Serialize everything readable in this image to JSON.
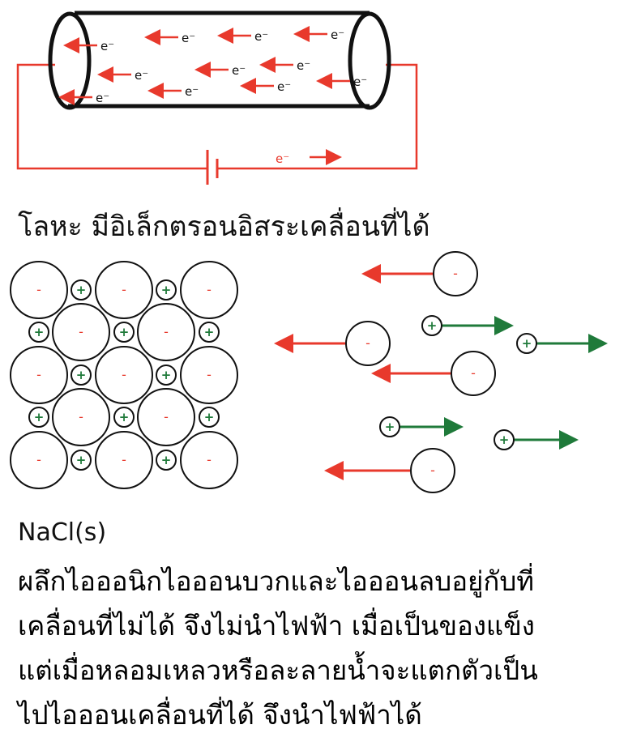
{
  "metal": {
    "electron_label": "e⁻",
    "circuit_label": "e⁻",
    "caption": "โลหะ มีอิเล็กตรอนอิสระเคลื่อนที่ได้"
  },
  "nacl": {
    "label": "NaCl(s)",
    "anion_sign": "-",
    "cation_sign": "+",
    "description_lines": [
      "ผลึกไอออนิกไอออนบวกและไอออนลบอยู่กับที่",
      "เคลื่อนที่ไม่ได้ จึงไม่นำไฟฟ้า เมื่อเป็นของแข็ง",
      "แต่เมื่อหลอมเหลวหรือละลายน้ำจะแตกตัวเป็น",
      "ไปไอออนเคลื่อนที่ได้ จึงนำไฟฟ้าได้"
    ]
  },
  "colors": {
    "electron_arrow": "#e8392c",
    "anion_arrow": "#e8392c",
    "cation_arrow": "#1f7a3a",
    "outline": "#111111"
  }
}
